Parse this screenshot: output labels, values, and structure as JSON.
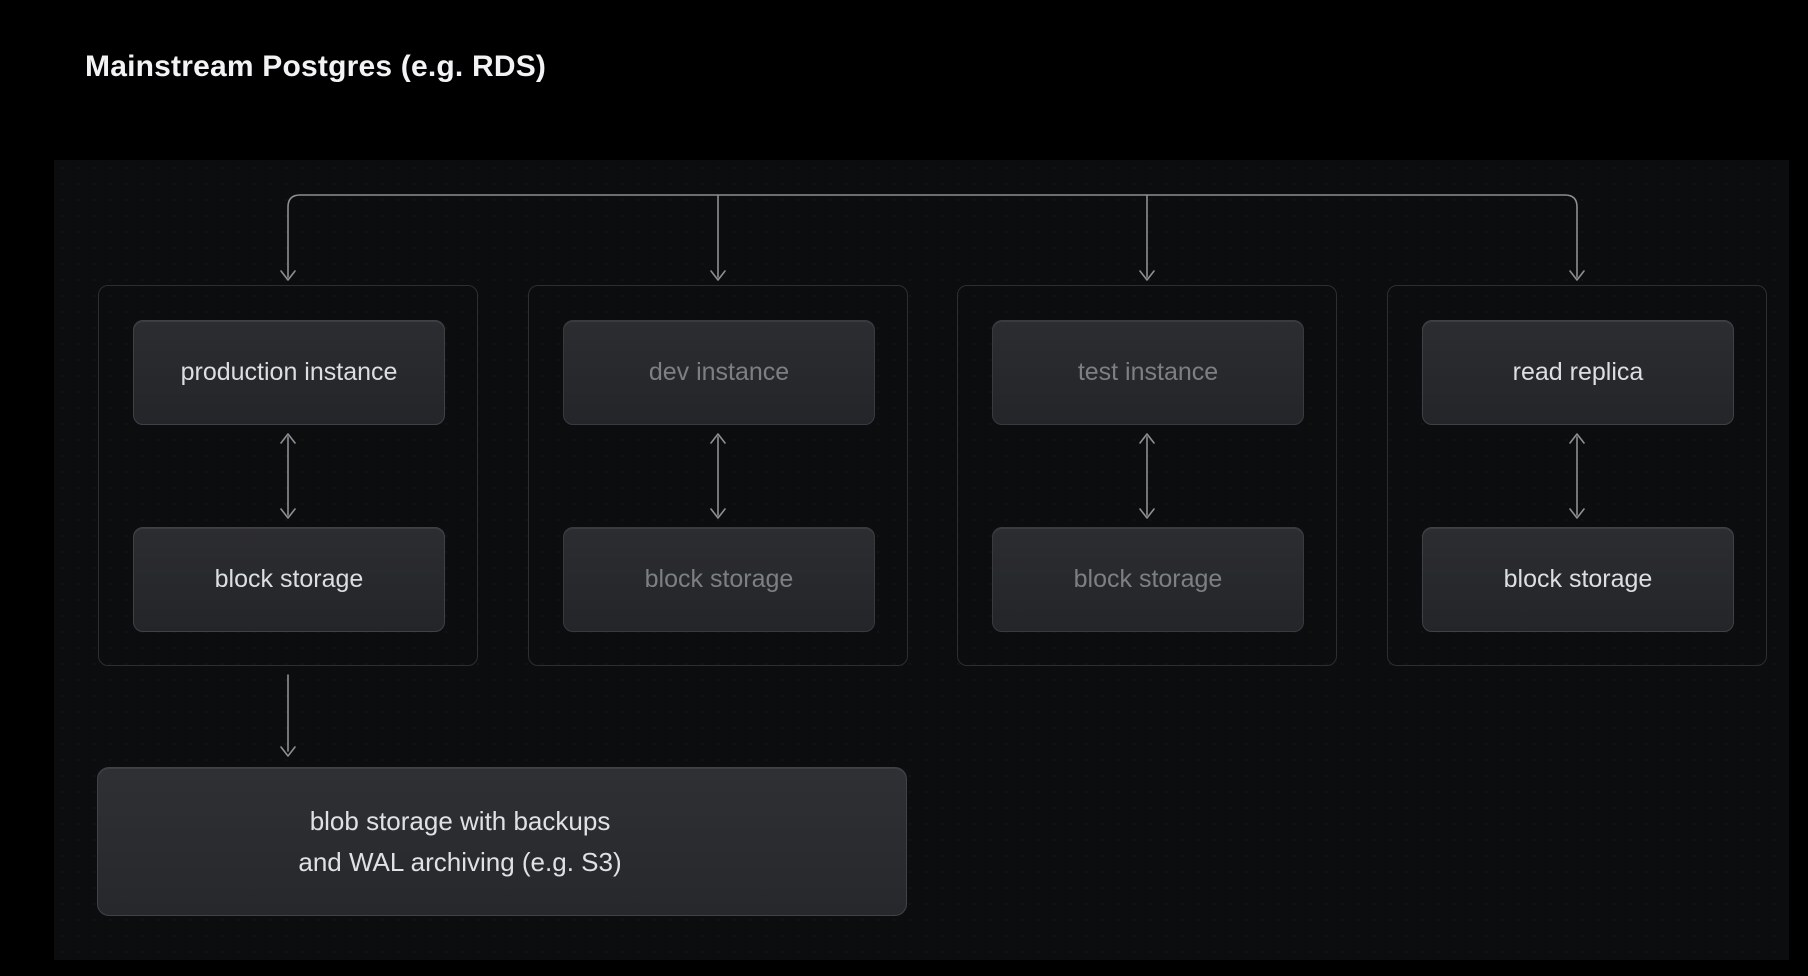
{
  "title": "Mainstream Postgres (e.g. RDS)",
  "diagram": {
    "groups": [
      {
        "name": "production",
        "instance_label": "production instance",
        "storage_label": "block storage",
        "dim": false
      },
      {
        "name": "dev",
        "instance_label": "dev instance",
        "storage_label": "block storage",
        "dim": true
      },
      {
        "name": "test",
        "instance_label": "test instance",
        "storage_label": "block storage",
        "dim": true
      },
      {
        "name": "read-replica",
        "instance_label": "read replica",
        "storage_label": "block storage",
        "dim": false
      }
    ],
    "blob_node": {
      "line1": "blob storage with backups",
      "line2": "and WAL archiving (e.g. S3)"
    },
    "edges": [
      {
        "from": "top-bus",
        "to": "production instance",
        "style": "arrow-down"
      },
      {
        "from": "top-bus",
        "to": "dev instance",
        "style": "arrow-down"
      },
      {
        "from": "top-bus",
        "to": "test instance",
        "style": "arrow-down"
      },
      {
        "from": "top-bus",
        "to": "read replica",
        "style": "arrow-down"
      },
      {
        "from": "production instance",
        "to": "block storage",
        "style": "bidirectional"
      },
      {
        "from": "dev instance",
        "to": "block storage",
        "style": "bidirectional"
      },
      {
        "from": "test instance",
        "to": "block storage",
        "style": "bidirectional"
      },
      {
        "from": "read replica",
        "to": "block storage",
        "style": "bidirectional"
      },
      {
        "from": "production block storage",
        "to": "blob storage",
        "style": "arrow-down"
      }
    ],
    "colors": {
      "page_bg": "#000000",
      "canvas_bg": "#0c0d0e",
      "node_fill_top": "#2c2d31",
      "node_fill_bottom": "#242529",
      "node_border": "#3f4146",
      "group_border": "#2d2e32",
      "bright_text": "#dcdee1",
      "dim_text": "#7d7f83",
      "connector": "#8e8f93",
      "title_text": "#f2f3f4"
    }
  }
}
